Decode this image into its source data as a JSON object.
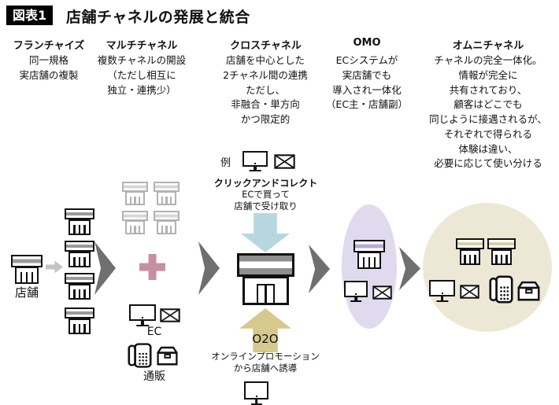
{
  "title": {
    "badge": "図表1",
    "text": "店舗チャネルの発展と統合"
  },
  "stages": [
    {
      "name": "フランチャイズ",
      "description": "同一規格\n実店舗の複製"
    },
    {
      "name": "マルチチャネル",
      "description": "複数チャネルの開設\n（ただし相互に\n独立・連携少）"
    },
    {
      "name": "クロスチャネル",
      "description": "店舗を中心とした\n2チャネル間の連携\nただし、\n非融合・単方向\nかつ限定的"
    },
    {
      "name": "OMO",
      "description": "ECシステムが\n実店舗でも\n導入され一体化\n（EC主・店舗副）"
    },
    {
      "name": "オムニチャネル",
      "description": "チャネルの完全一体化。\n情報が完全に\n共有されており、\n顧客はどこでも\n同じように接遇されるが、\nそれぞれで得られる\n体験は違い、\n必要に応じて使い分ける"
    }
  ],
  "diagram": {
    "store_label": "店舗",
    "ec_label": "EC",
    "mail_order_label": "通販",
    "example_label": "例",
    "click_and_collect": {
      "title": "クリックアンドコレクト",
      "description": "ECで買って\n店舗で受け取り"
    },
    "o2o": {
      "label": "O2O",
      "description": "オンラインプロモーション\nから店舗へ誘導"
    }
  },
  "icons": {
    "store": "storefront",
    "monitor": "EC-online-channel",
    "envelope": "mail",
    "phone": "telephone-order",
    "box": "parcel"
  },
  "colors": {
    "badge_bg": "#000000",
    "stage_arrow": "#6f6f6f",
    "light_arrow": "#c3c3c3",
    "plus_pink": "#c78fa2",
    "down_arrow_blue": "#b7d7e0",
    "up_arrow_yellow": "#d5c98e",
    "omo_ellipse": "#dfdaed",
    "omni_circle": "#ece8d5"
  }
}
